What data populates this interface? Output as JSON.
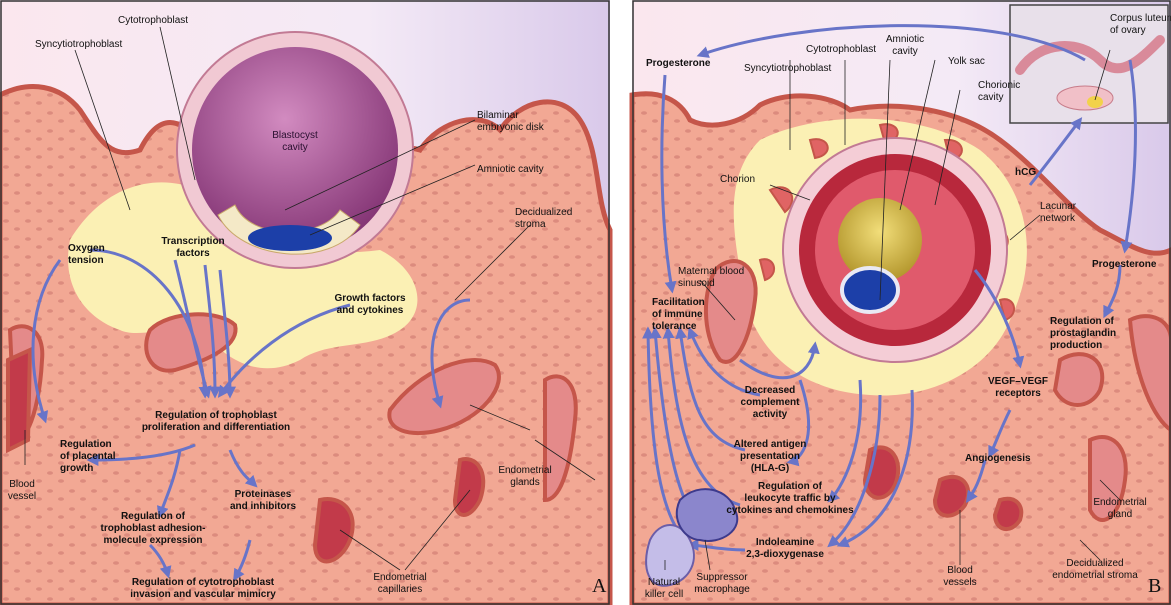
{
  "panel_a": {
    "letter": "A",
    "labels": {
      "cytotrophoblast": "Cytotrophoblast",
      "syncytiotrophoblast": "Syncytiotrophoblast",
      "blastocyst": [
        "Blastocyst",
        "cavity"
      ],
      "bilaminar": [
        "Bilaminar",
        "embryonic disk"
      ],
      "amniotic": "Amniotic cavity",
      "decidualized": [
        "Decidualized",
        "stroma"
      ],
      "oxygen": [
        "Oxygen",
        "tension"
      ],
      "transcription": [
        "Transcription",
        "factors"
      ],
      "growth": [
        "Growth factors",
        "and cytokines"
      ],
      "regulation_tropho": [
        "Regulation of trophoblast",
        "proliferation and differentiation"
      ],
      "placental": [
        "Regulation",
        "of placental",
        "growth"
      ],
      "blood_vessel": [
        "Blood",
        "vessel"
      ],
      "adhesion": [
        "Regulation of",
        "trophoblast adhesion-",
        "molecule expression"
      ],
      "proteinases": [
        "Proteinases",
        "and inhibitors"
      ],
      "invasion": [
        "Regulation of cytotrophoblast",
        "invasion and vascular mimicry"
      ],
      "endo_glands": [
        "Endometrial",
        "glands"
      ],
      "endo_capillaries": [
        "Endometrial",
        "capillaries"
      ]
    }
  },
  "panel_b": {
    "letter": "B",
    "labels": {
      "progesterone_top": "Progesterone",
      "syncytiotrophoblast": "Syncytiotrophoblast",
      "cytotrophoblast": "Cytotrophoblast",
      "amniotic": [
        "Amniotic",
        "cavity"
      ],
      "yolk": "Yolk sac",
      "chorionic": [
        "Chorionic",
        "cavity"
      ],
      "corpus": [
        "Corpus luteum",
        "of ovary"
      ],
      "chorion": "Chorion",
      "hcg": "hCG",
      "lacunar": [
        "Lacunar",
        "network"
      ],
      "progesterone_right": "Progesterone",
      "maternal": [
        "Maternal blood",
        "sinusoid"
      ],
      "facilitation": [
        "Facilitation",
        "of immune",
        "tolerance"
      ],
      "prostaglandin": [
        "Regulation of",
        "prostaglandin",
        "production"
      ],
      "complement": [
        "Decreased",
        "complement",
        "activity"
      ],
      "vegf": [
        "VEGF–VEGF",
        "receptors"
      ],
      "antigen": [
        "Altered antigen",
        "presentation",
        "(HLA-G)"
      ],
      "angiogenesis": "Angiogenesis",
      "leukocyte": [
        "Regulation of",
        "leukocyte traffic by",
        "cytokines and chemokines"
      ],
      "endo_gland": [
        "Endometrial",
        "gland"
      ],
      "indoleamine": [
        "Indoleamine",
        "2,3-dioxygenase"
      ],
      "blood_vessels": [
        "Blood",
        "vessels"
      ],
      "decid_stroma": [
        "Decidualized",
        "endometrial stroma"
      ],
      "nk": [
        "Natural",
        "killer cell"
      ],
      "macrophage": [
        "Suppressor",
        "macrophage"
      ]
    }
  },
  "colors": {
    "tissue": "#f0a48e",
    "tissue_dark": "#d9685b",
    "yellow": "#fbf0b4",
    "purple": "#a34a8c",
    "blue": "#1c3fa8",
    "arrow": "#6874c8",
    "sky": "#e8d8ee"
  }
}
